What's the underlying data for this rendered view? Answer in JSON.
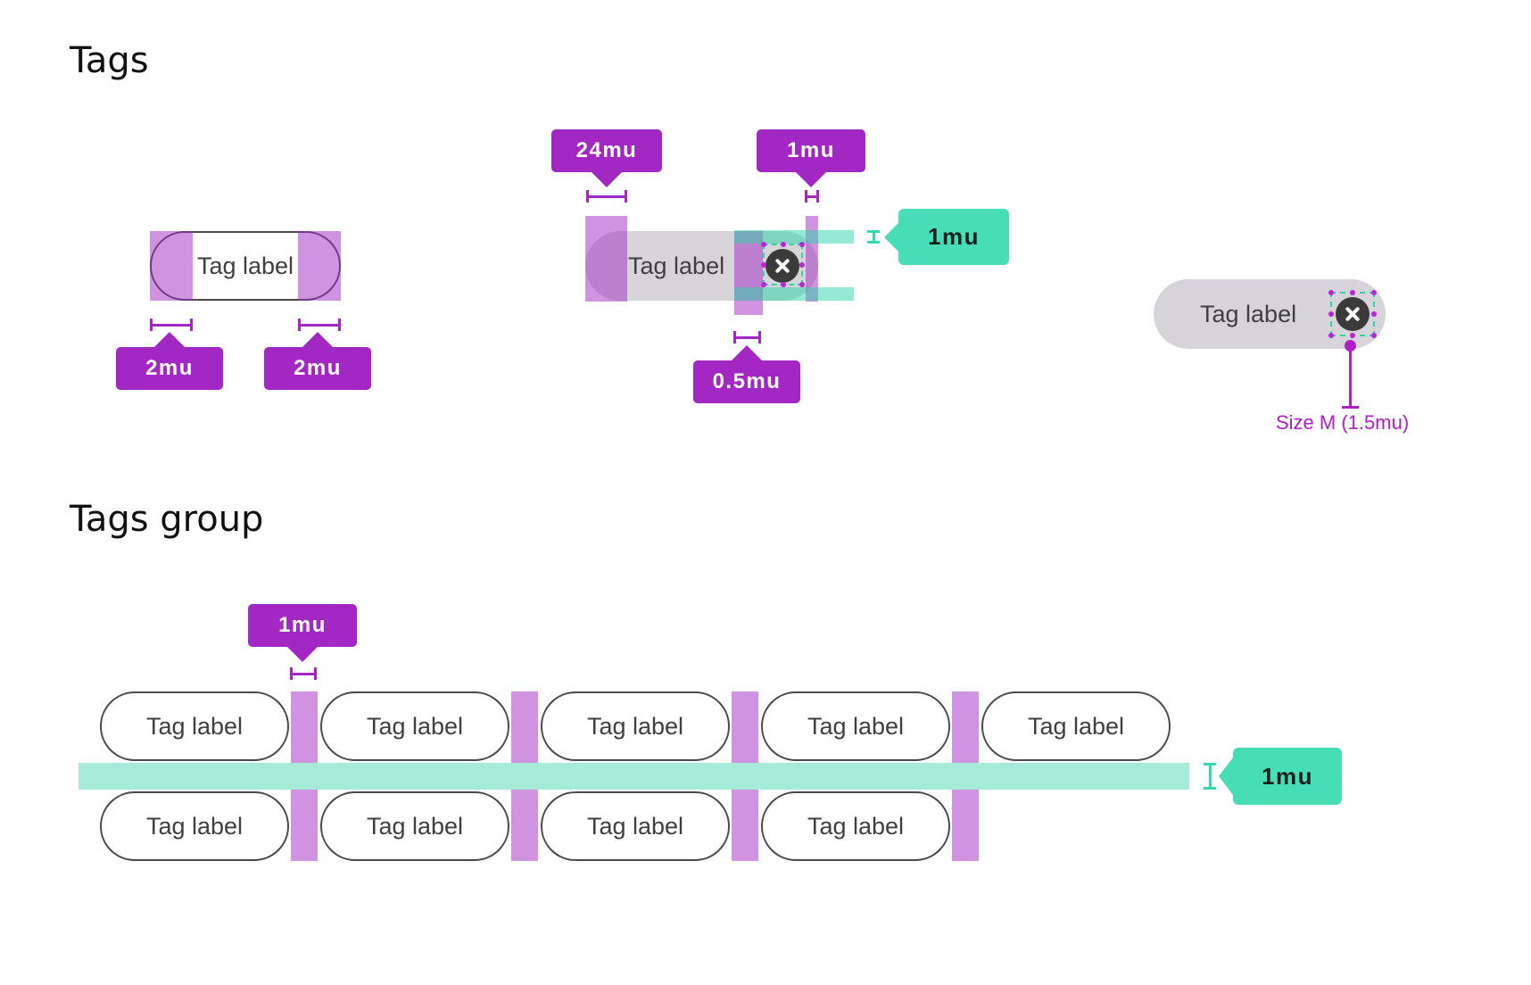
{
  "tags": {
    "title": "Tags",
    "anatomy": {
      "label": "Tag label",
      "padding_left": "2mu",
      "padding_right": "2mu"
    },
    "dismissible": {
      "label": "Tag label",
      "callout_top_left": "24mu",
      "callout_top_right": "1mu",
      "callout_bottom": "0.5mu",
      "callout_right": "1mu"
    },
    "size_example": {
      "label": "Tag label",
      "size_annotation": "Size M (1.5mu)"
    }
  },
  "tags_group": {
    "title": "Tags group",
    "callout_gap": "1mu",
    "callout_row_gap": "1mu",
    "row1": [
      "Tag label",
      "Tag label",
      "Tag label",
      "Tag label",
      "Tag label"
    ],
    "row2": [
      "Tag label",
      "Tag label",
      "Tag label",
      "Tag label"
    ]
  },
  "colors": {
    "callout_purple": "#A227C3",
    "overlay_purple": "rgba(162,39,195,0.5)",
    "callout_teal": "#47DEB7",
    "overlay_teal": "rgba(42,213,169,0.5)",
    "group_bar_mint": "#A5EBD8",
    "selection_dash_teal": "#2BD6AB",
    "selection_dot_purple": "#BC22D6",
    "annotation_magenta": "#B01FC6",
    "tag_fill_gray": "#D6D4D8",
    "tag_outline": "#4A4A4A",
    "label_ink": "#3F3E40"
  }
}
